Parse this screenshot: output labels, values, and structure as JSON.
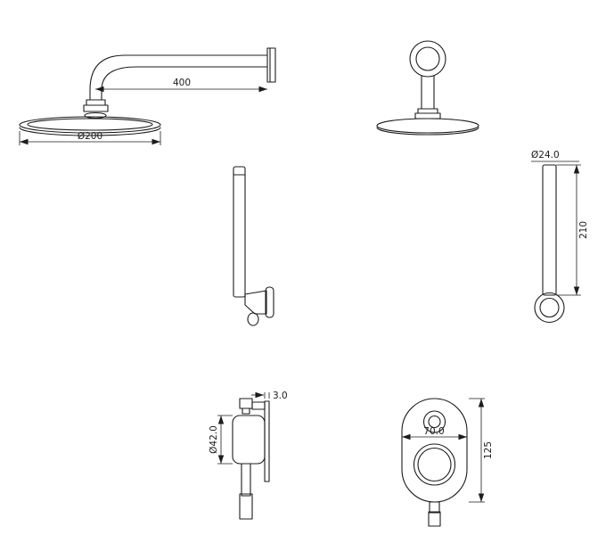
{
  "canvas": {
    "background": "#ffffff",
    "line_color": "#1c1c1c"
  },
  "dimensions": {
    "shower_arm_length": "400",
    "shower_head_diameter": "Ø200",
    "hand_shower_diameter": "Ø24.0",
    "hand_shower_length": "210",
    "mixer_plate_thickness": "3.0",
    "mixer_body_diameter": "Ø42.0",
    "mixer_plate_width": "70.0",
    "mixer_plate_height": "125"
  }
}
